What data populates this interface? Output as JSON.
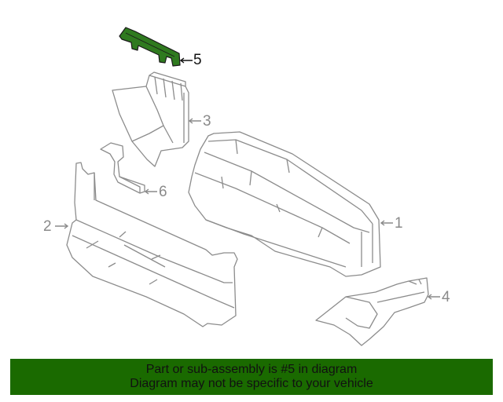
{
  "diagram": {
    "highlight_color": "#2f7a1f",
    "line_color": "#8c8c8c",
    "parts": [
      {
        "number": "1",
        "label": "1",
        "highlighted": false
      },
      {
        "number": "2",
        "label": "2",
        "highlighted": false
      },
      {
        "number": "3",
        "label": "3",
        "highlighted": false
      },
      {
        "number": "4",
        "label": "4",
        "highlighted": false
      },
      {
        "number": "5",
        "label": "5",
        "highlighted": true
      },
      {
        "number": "6",
        "label": "6",
        "highlighted": false
      }
    ]
  },
  "banner": {
    "background": "#1a6a00",
    "line1": "Part or sub-assembly is #5 in diagram",
    "line2": "Diagram may not be specific to your vehicle"
  }
}
